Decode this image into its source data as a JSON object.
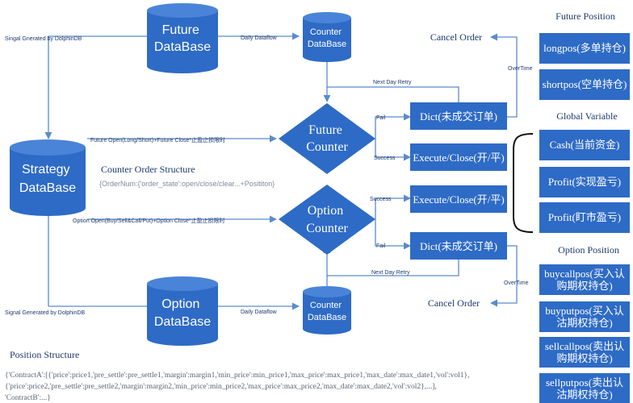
{
  "databases": {
    "future_db": "Future\nDataBase",
    "future_counter_db": "Counter\nDataBase",
    "strategy_db": "Strategy\nDataBase",
    "option_db": "Option\nDataBase",
    "option_counter_db": "Counter\nDataBase"
  },
  "counters": {
    "future": "Future\nCounter",
    "option": "Option\nCounter"
  },
  "boxes": {
    "future_dict": "Dict(未成交订单)",
    "future_exec": "Execute/Close(开/平)",
    "option_exec": "Execute/Close(开/平)",
    "option_dict": "Dict(未成交订单)"
  },
  "cancel_order_top": "Cancel Order",
  "cancel_order_bottom": "Cancel Order",
  "edges": {
    "signal_top": "Singal Gnerated by DolphinDB",
    "signal_bottom": "Signal Generated by DolphinDB",
    "daily_top": "Daily Dataflow",
    "daily_bottom": "Daily Dataflow",
    "future_open": "Future Open(Long/Short)+Future Close*止盈止损限时",
    "option_open": "Option Open(Buy/Sell&Call/Put)+Option Close*止盈止损限时",
    "next_day_top": "Next Day Retry",
    "next_day_bottom": "Next Day Retry",
    "fail_top": "Fail",
    "success_top": "Success",
    "success_bottom": "Success",
    "fail_bottom": "Fail",
    "overtime_top": "OverTime",
    "overtime_bottom": "OverTime"
  },
  "counter_order": {
    "title": "Counter Order Structure",
    "content": "{OrderNum:{'order_state':open/close/clear...+Posititon}"
  },
  "future_position": {
    "title": "Future Position",
    "items": [
      "longpos(多单持仓)",
      "shortpos(空单持仓)"
    ]
  },
  "global_variable": {
    "title": "Global Variable",
    "items": [
      "Cash(当前资金)",
      "Profit(实现盈亏)",
      "Profit(盯市盈亏)"
    ]
  },
  "option_position": {
    "title": "Option Position",
    "items": [
      [
        "buycallpos(买入认",
        "购期权持仓)"
      ],
      [
        "buyputpos(买入认",
        "沽期权持仓)"
      ],
      [
        "sellcallpos(卖出认",
        "购期权持仓)"
      ],
      [
        "sellputpos(卖出认",
        "沽期权持仓)"
      ]
    ]
  },
  "position_structure": {
    "title": "Position Structure",
    "line1": "{'ContractA':[{'price':price1,'pre_settle':pre_settle1,'margin':margin1,'min_price':min_price1,'max_price':max_price1,'max_date':max_date1,'vol':vol1},",
    "line2": "{'price':price2,'pre_settle':pre_settle2,'margin':margin2,'min_price':min_price2,'max_price':max_price2,'max_date':max_date2,'vol':vol2},...],",
    "line3": "'ContractB':...}"
  }
}
